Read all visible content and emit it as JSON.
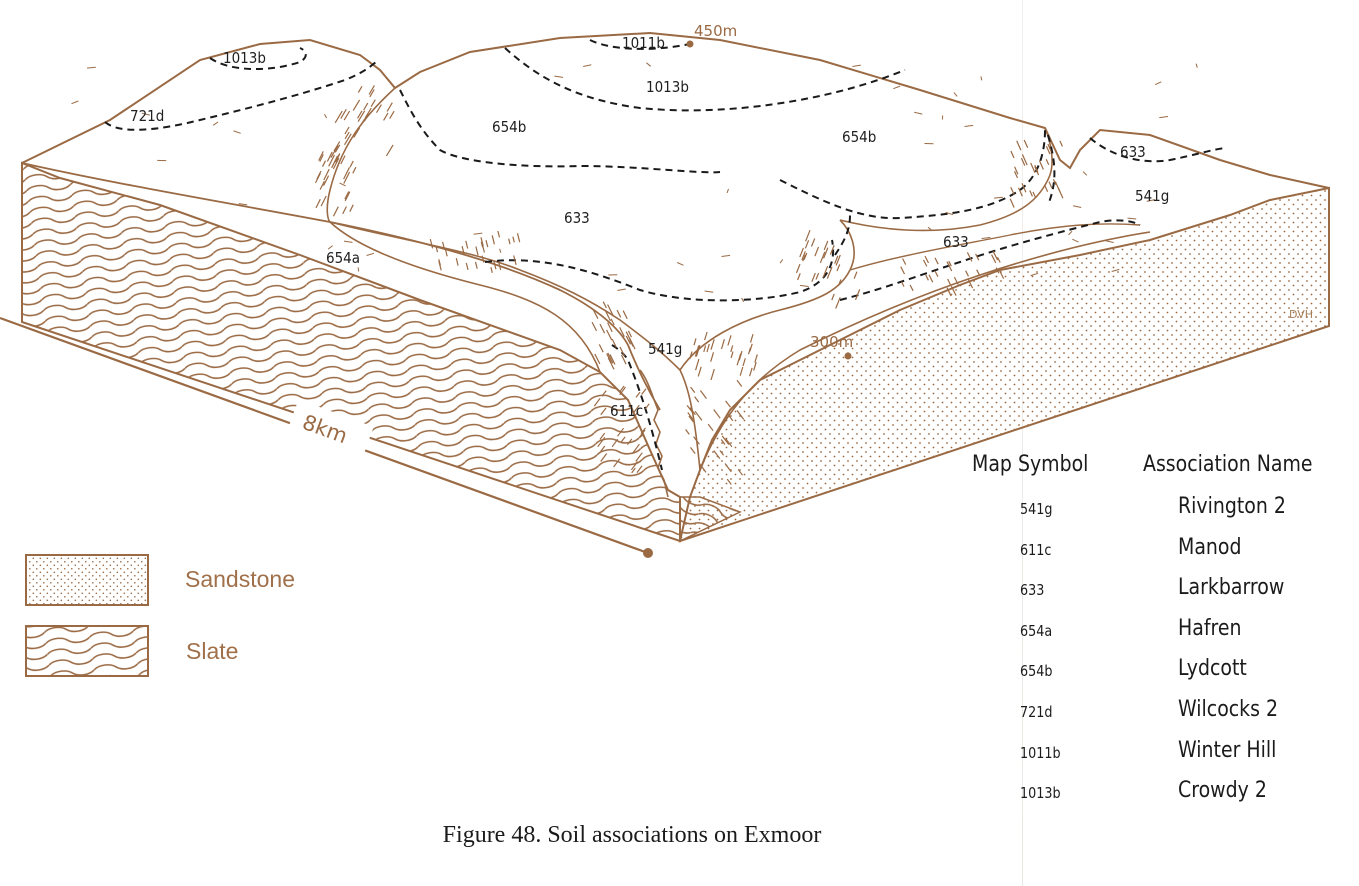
{
  "diagram": {
    "elevations": {
      "high": "450m",
      "low": "300m"
    },
    "scale_label": "8km",
    "credit": "DVH",
    "soil_labels": {
      "s1013b_left": "1013b",
      "s721d": "721d",
      "s1011b": "1011b",
      "s1013b_top": "1013b",
      "s654b_left": "654b",
      "s654b_right": "654b",
      "s633_centre": "633",
      "s633_right": "633",
      "s633_far": "633",
      "s541g_right": "541g",
      "s654a": "654a",
      "s541g_valley": "541g",
      "s611c": "611c"
    },
    "colors": {
      "ink": "#9a6a44",
      "boundary": "#1a1a1a",
      "paper": "#ffffff"
    }
  },
  "legend": {
    "sandstone": "Sandstone",
    "slate": "Slate"
  },
  "key": {
    "header_symbol": "Map Symbol",
    "header_name": "Association Name",
    "rows": [
      {
        "symbol": "541g",
        "name": "Rivington 2"
      },
      {
        "symbol": "611c",
        "name": "Manod"
      },
      {
        "symbol": "633",
        "name": "Larkbarrow"
      },
      {
        "symbol": "654a",
        "name": "Hafren"
      },
      {
        "symbol": "654b",
        "name": "Lydcott"
      },
      {
        "symbol": "721d",
        "name": "Wilcocks 2"
      },
      {
        "symbol": "1011b",
        "name": "Winter Hill"
      },
      {
        "symbol": "1013b",
        "name": "Crowdy 2"
      }
    ]
  },
  "caption": "Figure 48. Soil associations on Exmoor"
}
